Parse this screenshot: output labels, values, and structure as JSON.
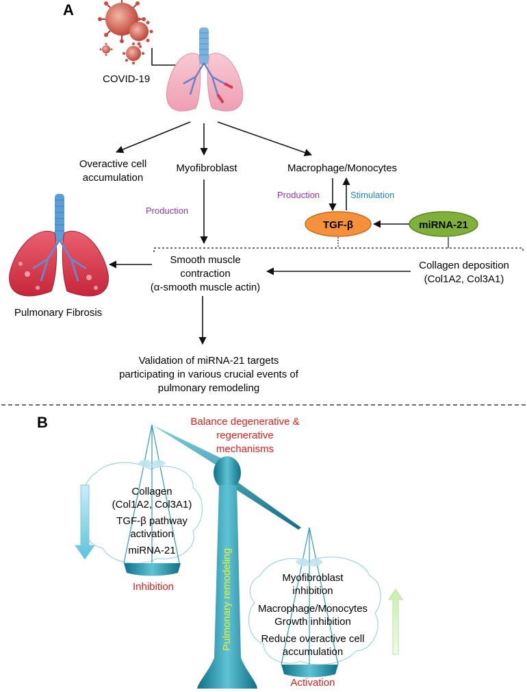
{
  "panel_a": {
    "label": "A",
    "virus_label": "COVID-19",
    "branches": {
      "left_line1": "Overactive cell",
      "left_line2": "accumulation",
      "middle": "Myofibroblast",
      "right": "Macrophage/Monocytes"
    },
    "production_left": "Production",
    "production_right": "Production",
    "stimulation": "Stimulation",
    "tgf": "TGF-β",
    "mirna": "miRNA-21",
    "smooth_line1": "Smooth muscle",
    "smooth_line2": "contraction",
    "smooth_line3": "(α-smooth muscle actin)",
    "collagen_line1": "Collagen deposition",
    "collagen_line2": "(Col1A2, Col3A1)",
    "fibrosis": "Pulmonary Fibrosis",
    "validation_line1": "Validation of miRNA-21 targets",
    "validation_line2": "participating in various crucial events of",
    "validation_line3": "pulmonary remodeling"
  },
  "panel_b": {
    "label": "B",
    "balance_line1": "Balance degenerative &",
    "balance_line2": "regenerative",
    "balance_line3": "mechanisms",
    "left_pan": {
      "l1": "Collagen",
      "l2": "(Col1A2, Col3A1)",
      "l3": "TGF-β pathway",
      "l4": "activation",
      "l5": "miRNA-21"
    },
    "inhibition": "Inhibition",
    "pillar": "Pulmonary remodeling",
    "right_pan": {
      "l1": "Myofibroblast",
      "l2": "inhibition",
      "l3": "Macrophage/Monocytes",
      "l4": "Growth inhibition",
      "l5": "Reduce overactive cell",
      "l6": "accumulation"
    },
    "activation": "Activation"
  },
  "colors": {
    "production": "#9b30b5",
    "stimulation": "#1b84c6",
    "tgf_fill": "#f4913a",
    "mirna_fill": "#7fb03a",
    "red_text": "#e0201b",
    "pillar_text": "#e6f22a",
    "teal": "#2a9cb3"
  }
}
